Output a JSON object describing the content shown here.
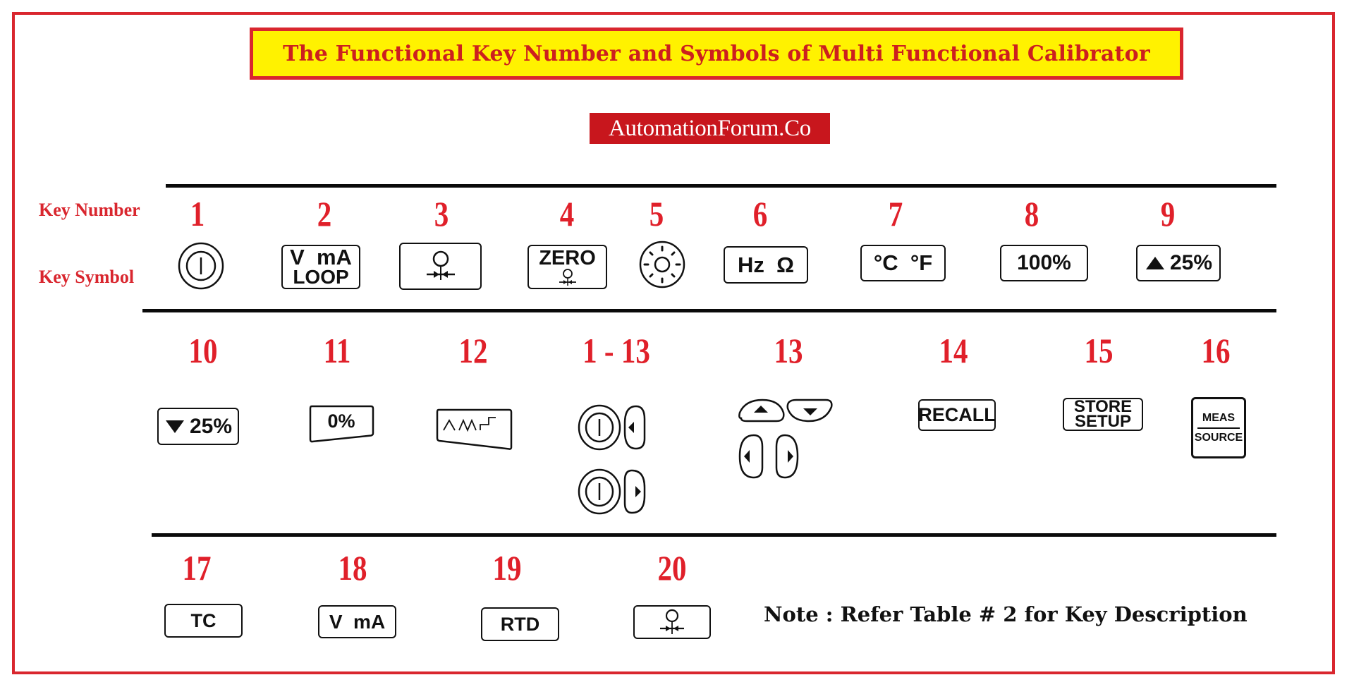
{
  "title": "The Functional Key Number and Symbols of Multi Functional Calibrator",
  "badge": "AutomationForum.Co",
  "row_labels": {
    "key_number": "Key Number",
    "key_symbol": "Key Symbol"
  },
  "row1": {
    "numbers": [
      "1",
      "2",
      "3",
      "4",
      "5",
      "6",
      "7",
      "8",
      "9"
    ],
    "keys": [
      {
        "number": "1",
        "symbol": "power-icon"
      },
      {
        "number": "2",
        "line1": "V  mA",
        "line2": "LOOP"
      },
      {
        "number": "3",
        "symbol": "pressure-icon"
      },
      {
        "number": "4",
        "line1": "ZERO",
        "symbol": "pressure-icon"
      },
      {
        "number": "5",
        "symbol": "backlight-icon"
      },
      {
        "number": "6",
        "label": "Hz  Ω"
      },
      {
        "number": "7",
        "label": "°C  °F"
      },
      {
        "number": "8",
        "label": "100%"
      },
      {
        "number": "9",
        "symbol": "triangle-up-icon",
        "label": "25%"
      }
    ]
  },
  "row2": {
    "numbers": [
      "10",
      "11",
      "12",
      "1 - 13",
      "13",
      "14",
      "15",
      "16"
    ],
    "keys": [
      {
        "number": "10",
        "symbol": "triangle-down-icon",
        "label": "25%"
      },
      {
        "number": "11",
        "label": "0%"
      },
      {
        "number": "12",
        "symbol": "ramp-waveform-icon"
      },
      {
        "number": "1 - 13",
        "symbol": "power-plus-arrow-icon"
      },
      {
        "number": "13",
        "symbol": "arrow-keys-icon"
      },
      {
        "number": "14",
        "label": "RECALL"
      },
      {
        "number": "15",
        "line1": "STORE",
        "line2": "SETUP"
      },
      {
        "number": "16",
        "line1": "MEAS",
        "line2": "SOURCE"
      }
    ]
  },
  "row3": {
    "numbers": [
      "17",
      "18",
      "19",
      "20"
    ],
    "keys": [
      {
        "number": "17",
        "label": "TC"
      },
      {
        "number": "18",
        "label": "V  mA"
      },
      {
        "number": "19",
        "label": "RTD"
      },
      {
        "number": "20",
        "symbol": "pressure-icon"
      }
    ]
  },
  "note": "Note : Refer Table # 2 for Key Description",
  "colors": {
    "frame": "#d9262e",
    "title_bg": "#fff200",
    "title_text": "#cc1f1f",
    "badge_bg": "#c8161d",
    "key_number": "#e0202a",
    "rule": "#0a0a0a"
  }
}
